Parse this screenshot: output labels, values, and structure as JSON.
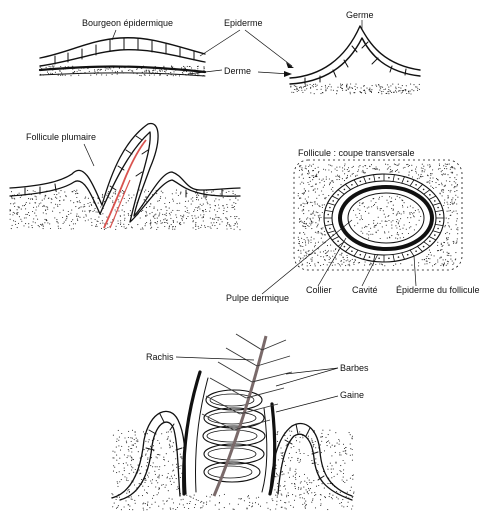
{
  "panel_1": {
    "bourgeon_label": "Bourgeon épidermique",
    "epiderme_label": "Epiderme",
    "derme_label": "Derme",
    "germe_label": "Germe"
  },
  "panel_2": {
    "follicule_plumaire_label": "Follicule plumaire"
  },
  "panel_3": {
    "title": "Follicule : coupe transversale",
    "pulpe_label": "Pulpe dermique",
    "collier_label": "Collier",
    "cavite_label": "Cavité",
    "epiderme_follicule_label": "Épiderme du follicule"
  },
  "panel_4": {
    "rachis_label": "Rachis",
    "barbes_label": "Barbes",
    "gaine_label": "Gaine"
  },
  "colors": {
    "ink": "#111111",
    "red_vessel": "#d9534f"
  }
}
